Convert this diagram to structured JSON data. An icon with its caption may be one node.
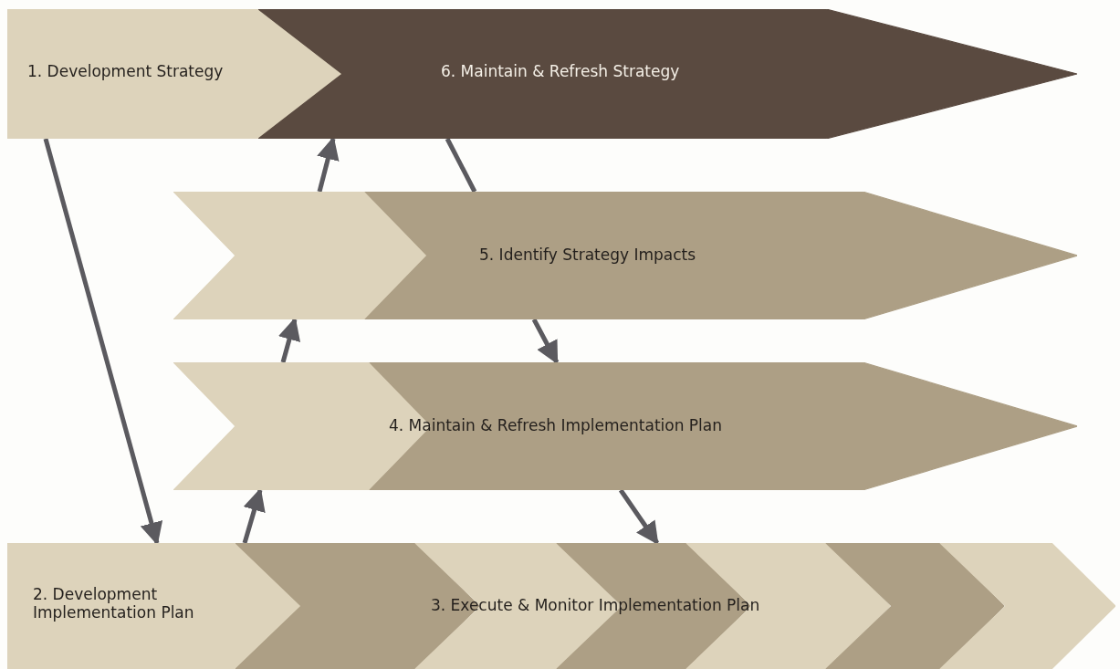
{
  "diagram": {
    "nodes": [
      {
        "text": [
          "1. Development Strategy"
        ]
      },
      {
        "text": [
          "6. Maintain & Refresh Strategy"
        ]
      },
      {
        "text": [
          "5. Identify Strategy Impacts"
        ]
      },
      {
        "text": [
          "4. Maintain & Refresh Implementation Plan"
        ]
      },
      {
        "text": [
          "2. Development Implementation Plan"
        ]
      },
      {
        "text": [
          "3. Execute & Monitor Implementation Plan"
        ]
      }
    ],
    "edges": [
      {
        "from": 0,
        "to": 4,
        "arrow": "to"
      },
      {
        "from": 4,
        "to": 3,
        "arrow": "to"
      },
      {
        "from": 3,
        "to": 2,
        "arrow": "to"
      },
      {
        "from": 2,
        "to": 1,
        "arrow": "to"
      },
      {
        "from": 1,
        "to": 2,
        "arrow": "none"
      },
      {
        "from": 2,
        "to": 3,
        "arrow": "to"
      },
      {
        "from": 3,
        "to": 5,
        "arrow": "to"
      }
    ]
  }
}
